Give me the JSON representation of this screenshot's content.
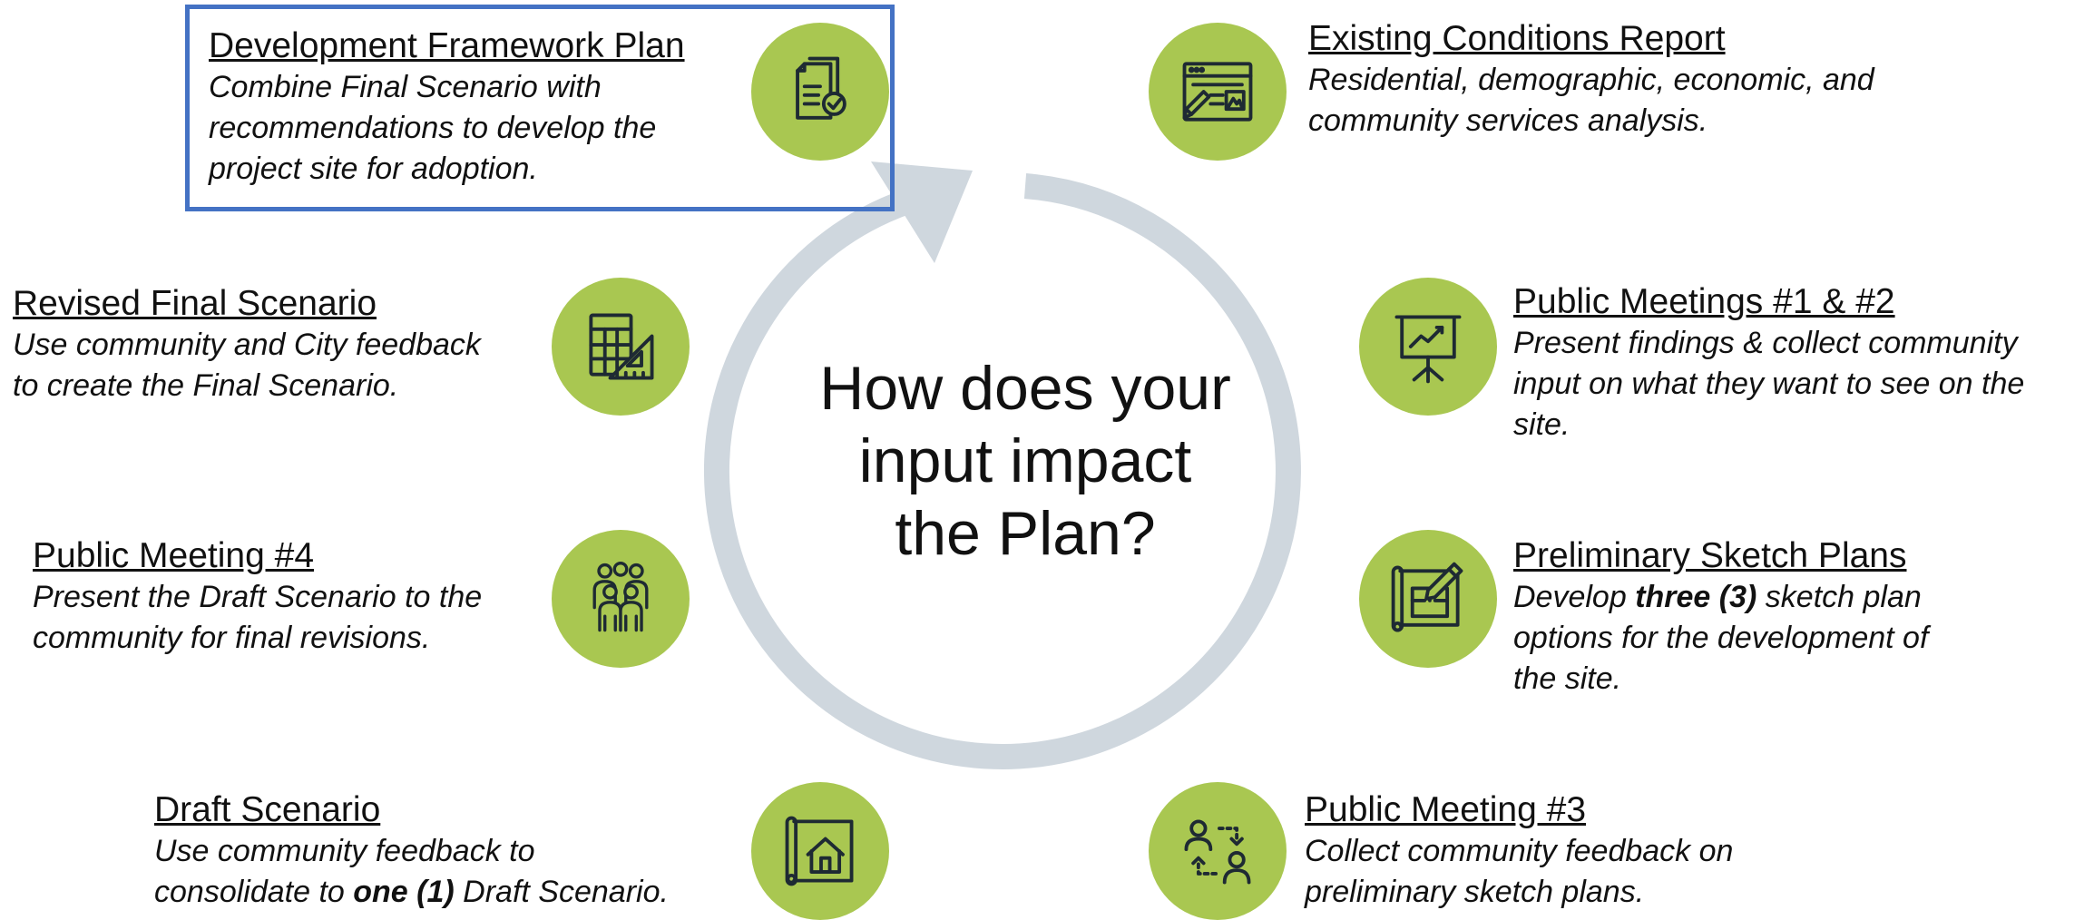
{
  "center_question": {
    "line1": "How does your",
    "line2": "input impact",
    "line3": "the Plan?"
  },
  "colors": {
    "icon_circle": "#a9c751",
    "cycle_ring": "#cfd7de",
    "highlight_border": "#4472c4",
    "icon_stroke": "#1e2a33"
  },
  "steps": {
    "dev_framework": {
      "icon": "document-check-icon",
      "title": "Development Framework Plan",
      "desc": [
        "Combine Final Scenario with",
        "recommendations to develop the",
        "project site for adoption."
      ]
    },
    "existing_conditions": {
      "icon": "browser-report-icon",
      "title": "Existing Conditions Report",
      "desc": [
        "Residential, demographic, economic, and",
        "community services analysis."
      ]
    },
    "revised_final": {
      "icon": "drafting-tools-icon",
      "title": "Revised Final Scenario",
      "desc": [
        "Use community and City feedback",
        "to create the Final Scenario."
      ]
    },
    "meetings_1_2": {
      "icon": "presentation-board-icon",
      "title": "Public Meetings #1 & #2",
      "desc": [
        "Present findings & collect community",
        "input on what they want to see on the",
        "site."
      ]
    },
    "meeting_4": {
      "icon": "group-people-icon",
      "title": "Public Meeting #4",
      "desc": [
        "Present the Draft Scenario to the",
        "community for final revisions."
      ]
    },
    "sketch_plans": {
      "icon": "blueprint-pencil-icon",
      "title": "Preliminary Sketch Plans",
      "desc_pre": "Develop ",
      "desc_bold": "three (3)",
      "desc_post": " sketch plan",
      "desc_rest": [
        "options for the development of",
        "the site."
      ]
    },
    "draft_scenario": {
      "icon": "house-plan-icon",
      "title": "Draft Scenario",
      "desc_first": "Use community feedback to",
      "desc_pre": "consolidate to ",
      "desc_bold": "one (1)",
      "desc_post": " Draft Scenario."
    },
    "meeting_3": {
      "icon": "people-exchange-icon",
      "title": "Public Meeting #3",
      "desc": [
        "Collect community feedback on",
        "preliminary sketch plans."
      ]
    }
  }
}
